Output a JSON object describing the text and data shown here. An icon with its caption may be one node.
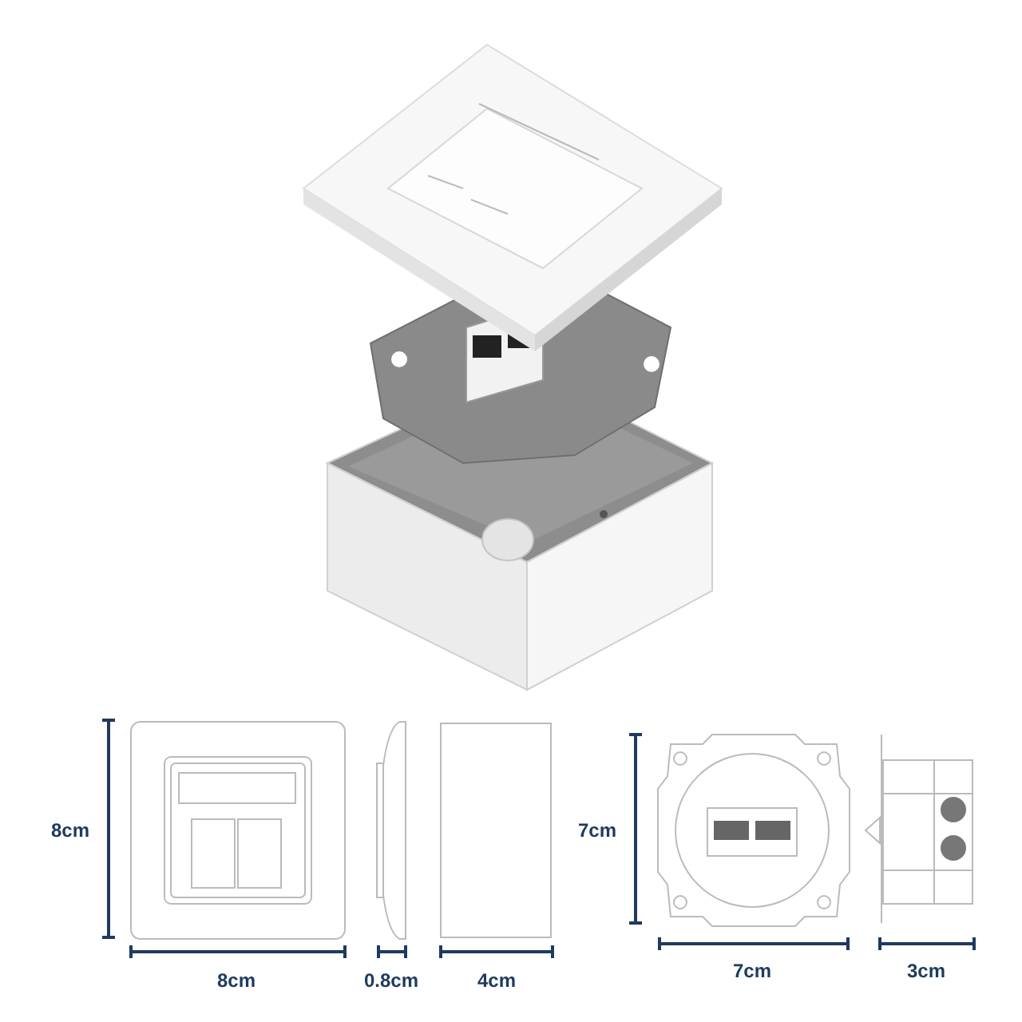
{
  "diagram": {
    "labels": [
      "8cm",
      "7cm",
      "8cm",
      "0.8cm",
      "4cm",
      "7cm",
      "3cm"
    ]
  }
}
